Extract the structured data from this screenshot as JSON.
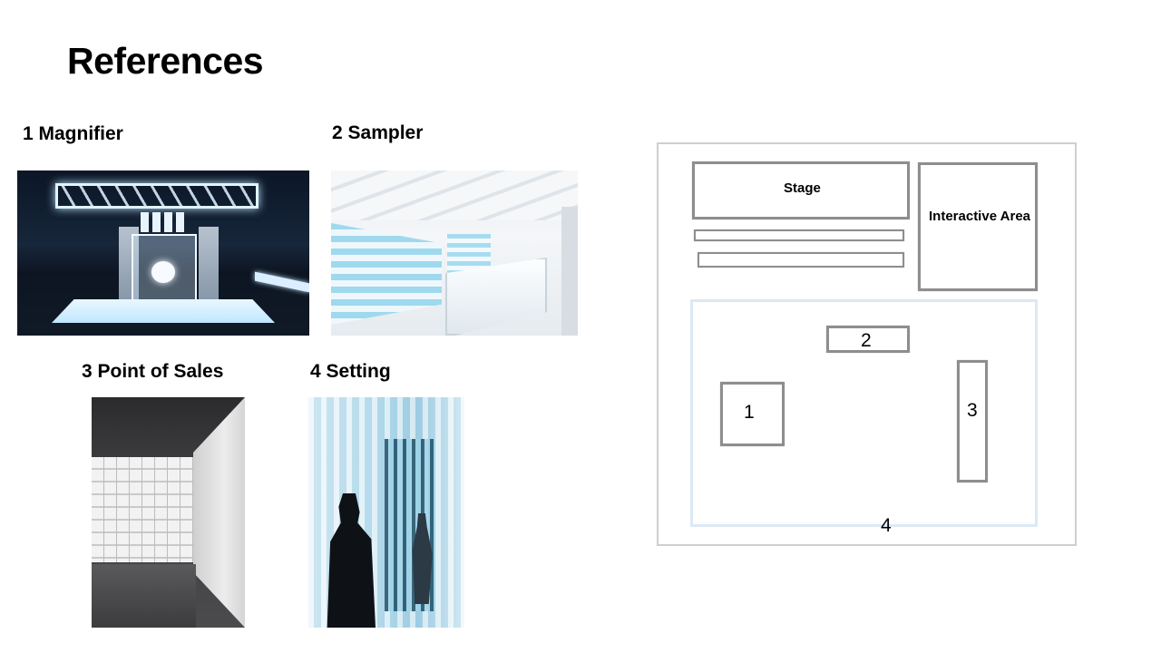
{
  "title": "References",
  "references": [
    {
      "label": "1 Magnifier"
    },
    {
      "label": "2 Sampler"
    },
    {
      "label": "3 Point of Sales"
    },
    {
      "label": "4 Setting"
    }
  ],
  "floor_plan": {
    "stage": "Stage",
    "interactive_area": "Interactive Area",
    "markers": [
      "1",
      "2",
      "3",
      "4"
    ]
  }
}
